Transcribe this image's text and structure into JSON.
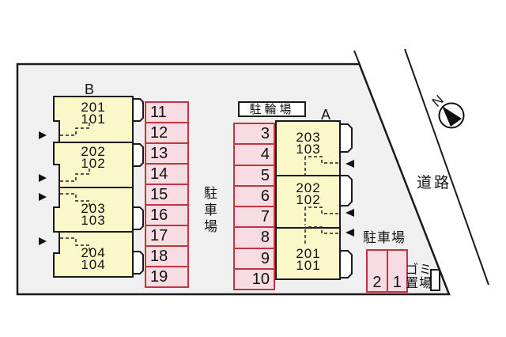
{
  "compass": {
    "label": "N"
  },
  "road": {
    "label": "道路"
  },
  "bicycle_parking": {
    "label": "駐輪場"
  },
  "central_parking": {
    "label": "駐車場"
  },
  "south_parking": {
    "label": "駐車場",
    "spaces": [
      "2",
      "1"
    ]
  },
  "garbage": {
    "label": "ゴミ\n置場"
  },
  "building_b": {
    "label": "B",
    "units": [
      [
        "201",
        "101"
      ],
      [
        "202",
        "102"
      ],
      [
        "203",
        "103"
      ],
      [
        "204",
        "104"
      ]
    ]
  },
  "building_a": {
    "label": "A",
    "units": [
      [
        "203",
        "103"
      ],
      [
        "202",
        "102"
      ],
      [
        "201",
        "101"
      ]
    ]
  },
  "parking_west": {
    "spaces": [
      "11",
      "12",
      "13",
      "14",
      "15",
      "16",
      "17",
      "18",
      "19"
    ]
  },
  "parking_east": {
    "spaces": [
      "3",
      "4",
      "5",
      "6",
      "7",
      "8",
      "9",
      "10"
    ]
  },
  "colors": {
    "site_fill": "#f0f0f0",
    "building_fill": "#faf7c8",
    "space_fill": "#f8dce3",
    "space_border": "#c23440",
    "outline": "#1a1a1a"
  }
}
